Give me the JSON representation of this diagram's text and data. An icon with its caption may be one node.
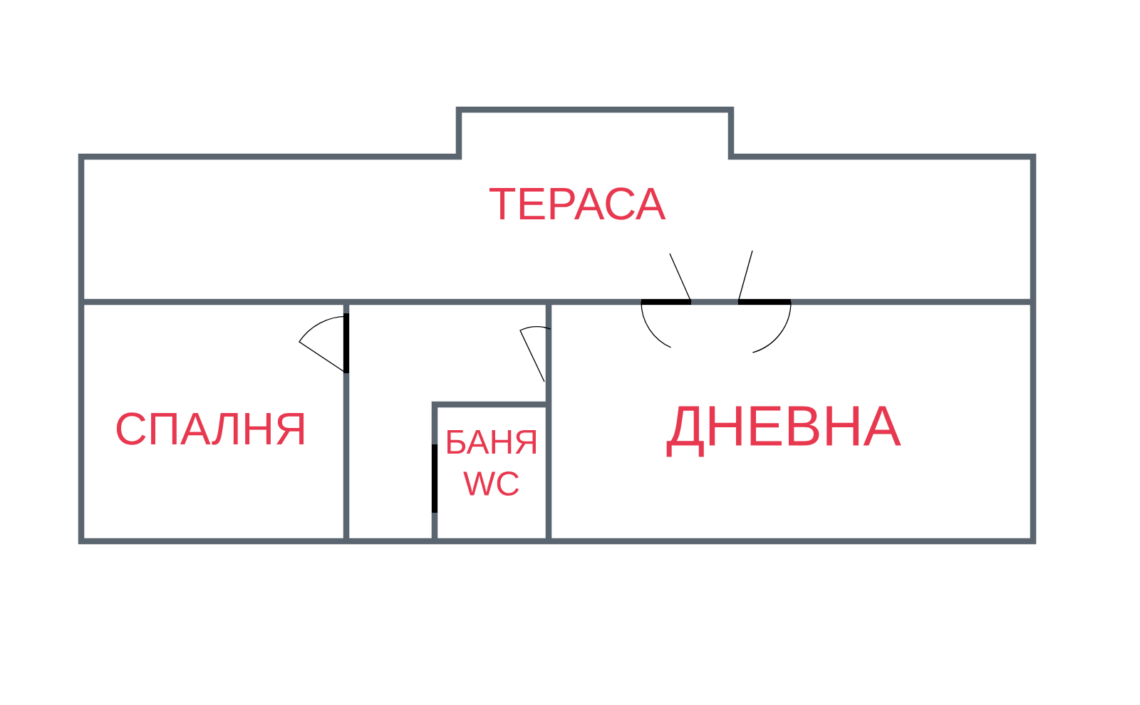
{
  "diagram": {
    "nodes": [
      {
        "text": [
          "ТЕРАСА"
        ]
      },
      {
        "text": [
          "СПАЛНЯ"
        ]
      },
      {
        "text": [
          "БАНЯ WC"
        ]
      },
      {
        "text": [
          "ДНЕВНА"
        ]
      }
    ]
  }
}
